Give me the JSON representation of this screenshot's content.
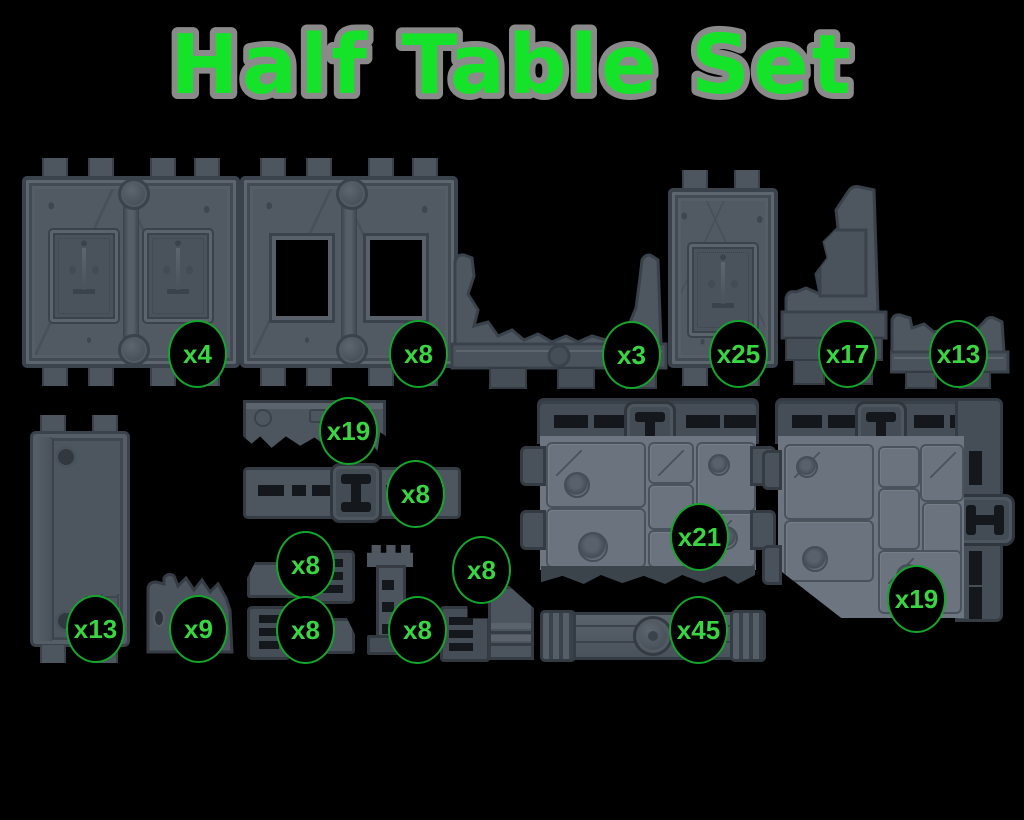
{
  "title": "Half Table Set",
  "colors": {
    "background": "#000000",
    "accent_green": "#14e32a",
    "title_outline": "#8a8a8a",
    "badge_bg": "#000000",
    "badge_ring": "#13a62b",
    "badge_text": "#39d641",
    "terrain_gray": "#515a63",
    "floor_gray": "#6d7680"
  },
  "pieces": [
    {
      "name": "wall-double-door",
      "count": "x4"
    },
    {
      "name": "wall-double-window",
      "count": "x8"
    },
    {
      "name": "ruined-wall-low",
      "count": "x3"
    },
    {
      "name": "wall-single-door",
      "count": "x25"
    },
    {
      "name": "ruined-wall-corner-tall",
      "count": "x17"
    },
    {
      "name": "ruined-wall-corner-small",
      "count": "x13"
    },
    {
      "name": "wall-topper-beam",
      "count": "x19"
    },
    {
      "name": "slotted-beam",
      "count": "x8"
    },
    {
      "name": "connector-bracket-a",
      "count": "x8"
    },
    {
      "name": "corner-buttress",
      "count": "x8"
    },
    {
      "name": "connector-bracket-b",
      "count": "x8"
    },
    {
      "name": "support-pillar",
      "count": "x8"
    },
    {
      "name": "tall-wall-panel",
      "count": "x13"
    },
    {
      "name": "rubble-pile",
      "count": "x9"
    },
    {
      "name": "floor-tile",
      "count": "x21"
    },
    {
      "name": "floor-tile-corner",
      "count": "x19"
    },
    {
      "name": "long-beam",
      "count": "x45"
    }
  ]
}
